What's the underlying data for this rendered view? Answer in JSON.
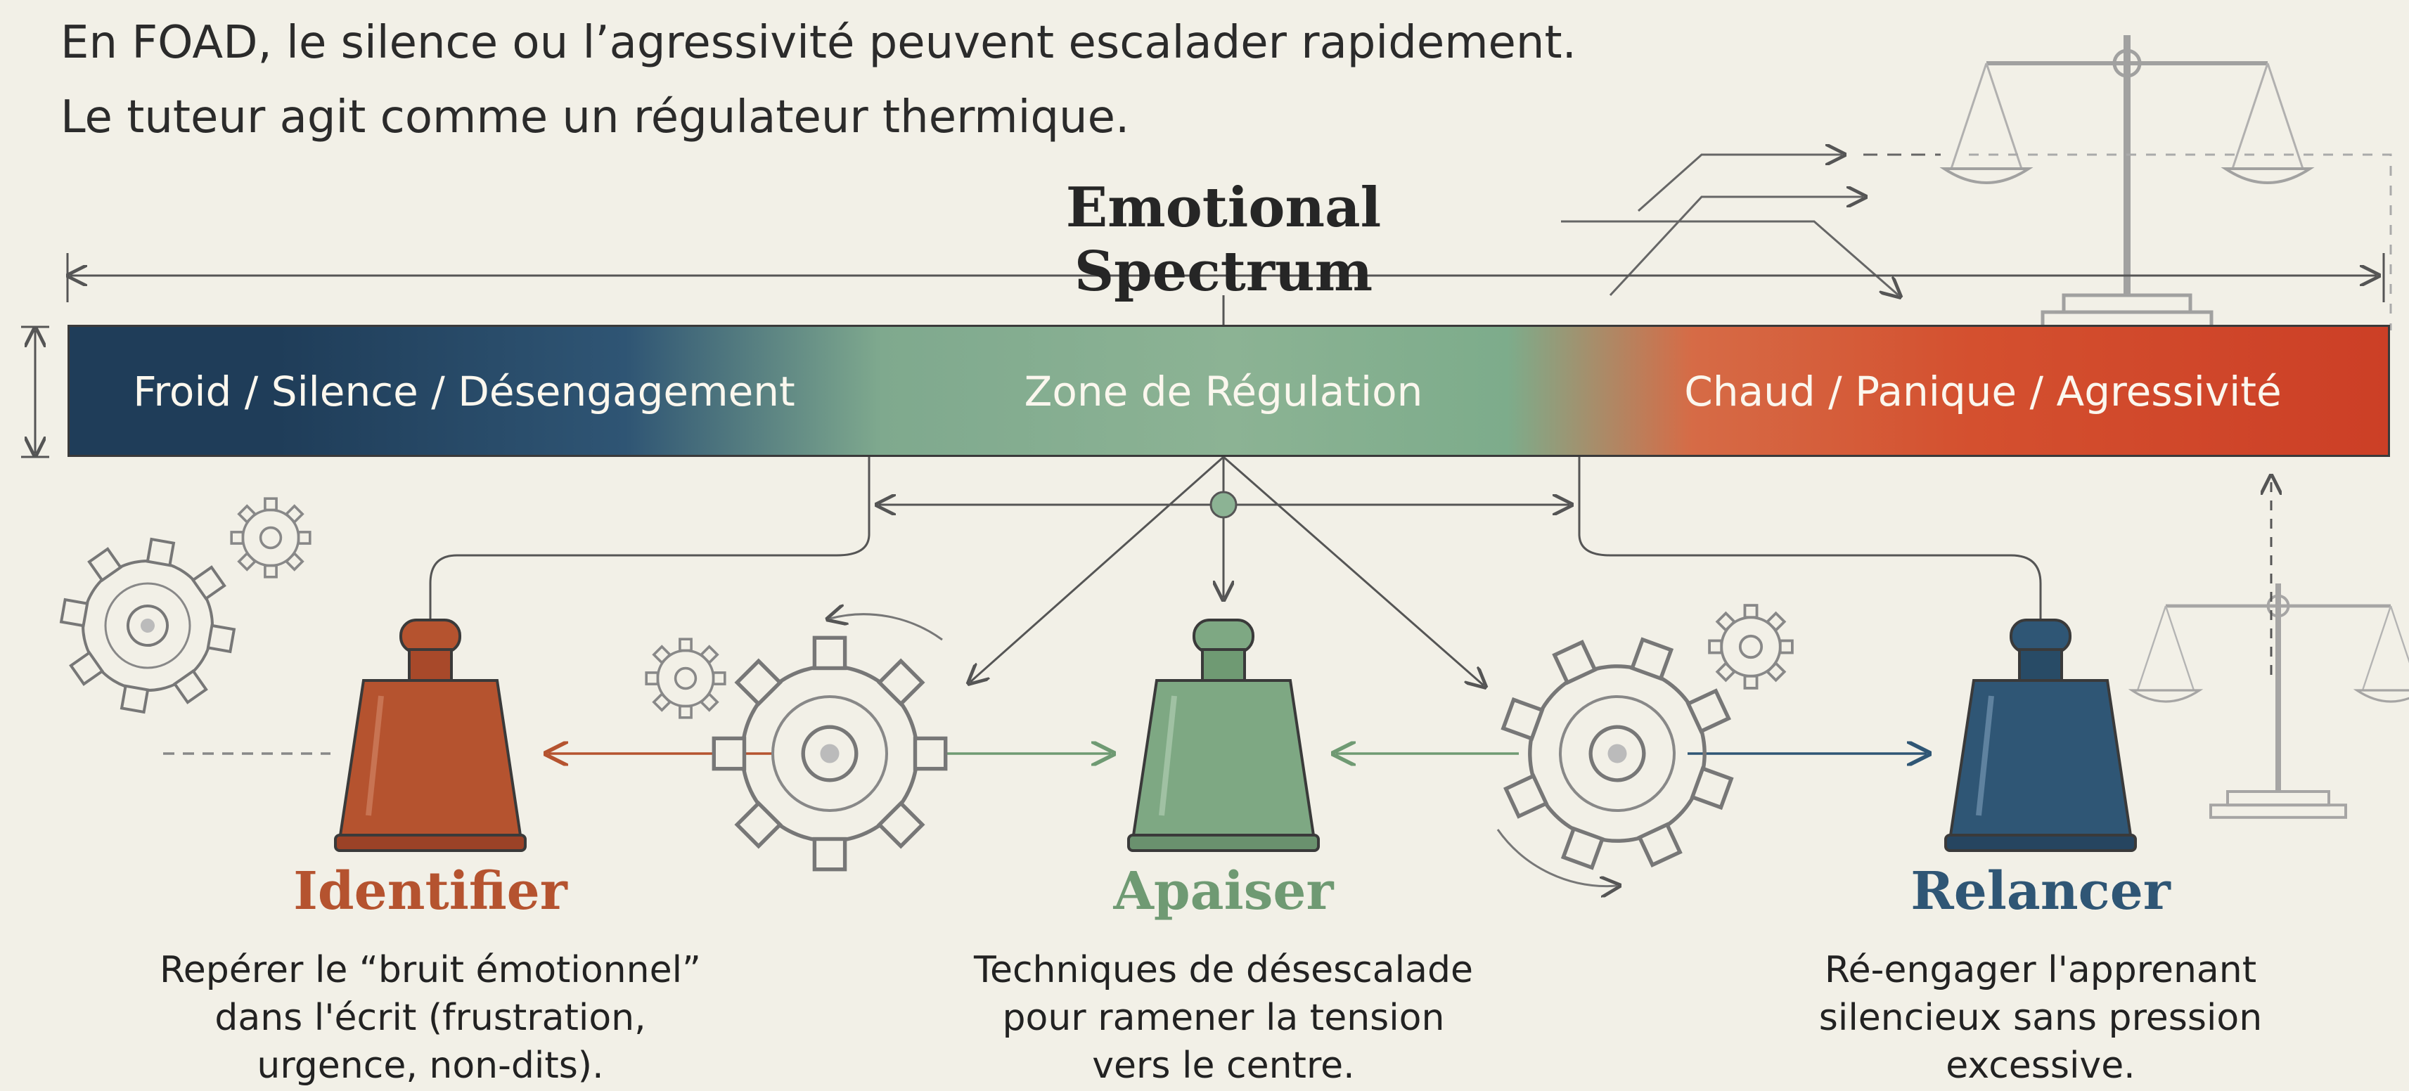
{
  "intro": {
    "line1": "En FOAD, le silence ou l’agressivité peuvent escalader rapidement.",
    "line2": "Le tuteur agit comme un régulateur thermique."
  },
  "spectrum": {
    "title": "Emotional Spectrum",
    "zones": [
      {
        "label": "Froid / Silence / Désengagement",
        "color": "#1f3d59"
      },
      {
        "label": "Zone de Régulation",
        "color": "#8cb394"
      },
      {
        "label": "Chaud / Panique / Agressivité",
        "color": "#cc3f26"
      }
    ]
  },
  "steps": [
    {
      "title": "Identifier",
      "color": "#b5532f",
      "lines": [
        "Repérer le “bruit émotionnel”",
        "dans l'écrit (frustration,",
        "urgence, non-dits)."
      ]
    },
    {
      "title": "Apaiser",
      "color": "#6f9a73",
      "lines": [
        "Techniques de désescalade",
        "pour ramener la tension",
        "vers le centre."
      ]
    },
    {
      "title": "Relancer",
      "color": "#2f5675",
      "lines": [
        "Ré-engager l'apprenant",
        "silencieux sans pression",
        "excessive."
      ]
    }
  ],
  "icons": [
    "weight-icon",
    "gear-icon",
    "balance-scale-icon",
    "arrow-icon"
  ]
}
